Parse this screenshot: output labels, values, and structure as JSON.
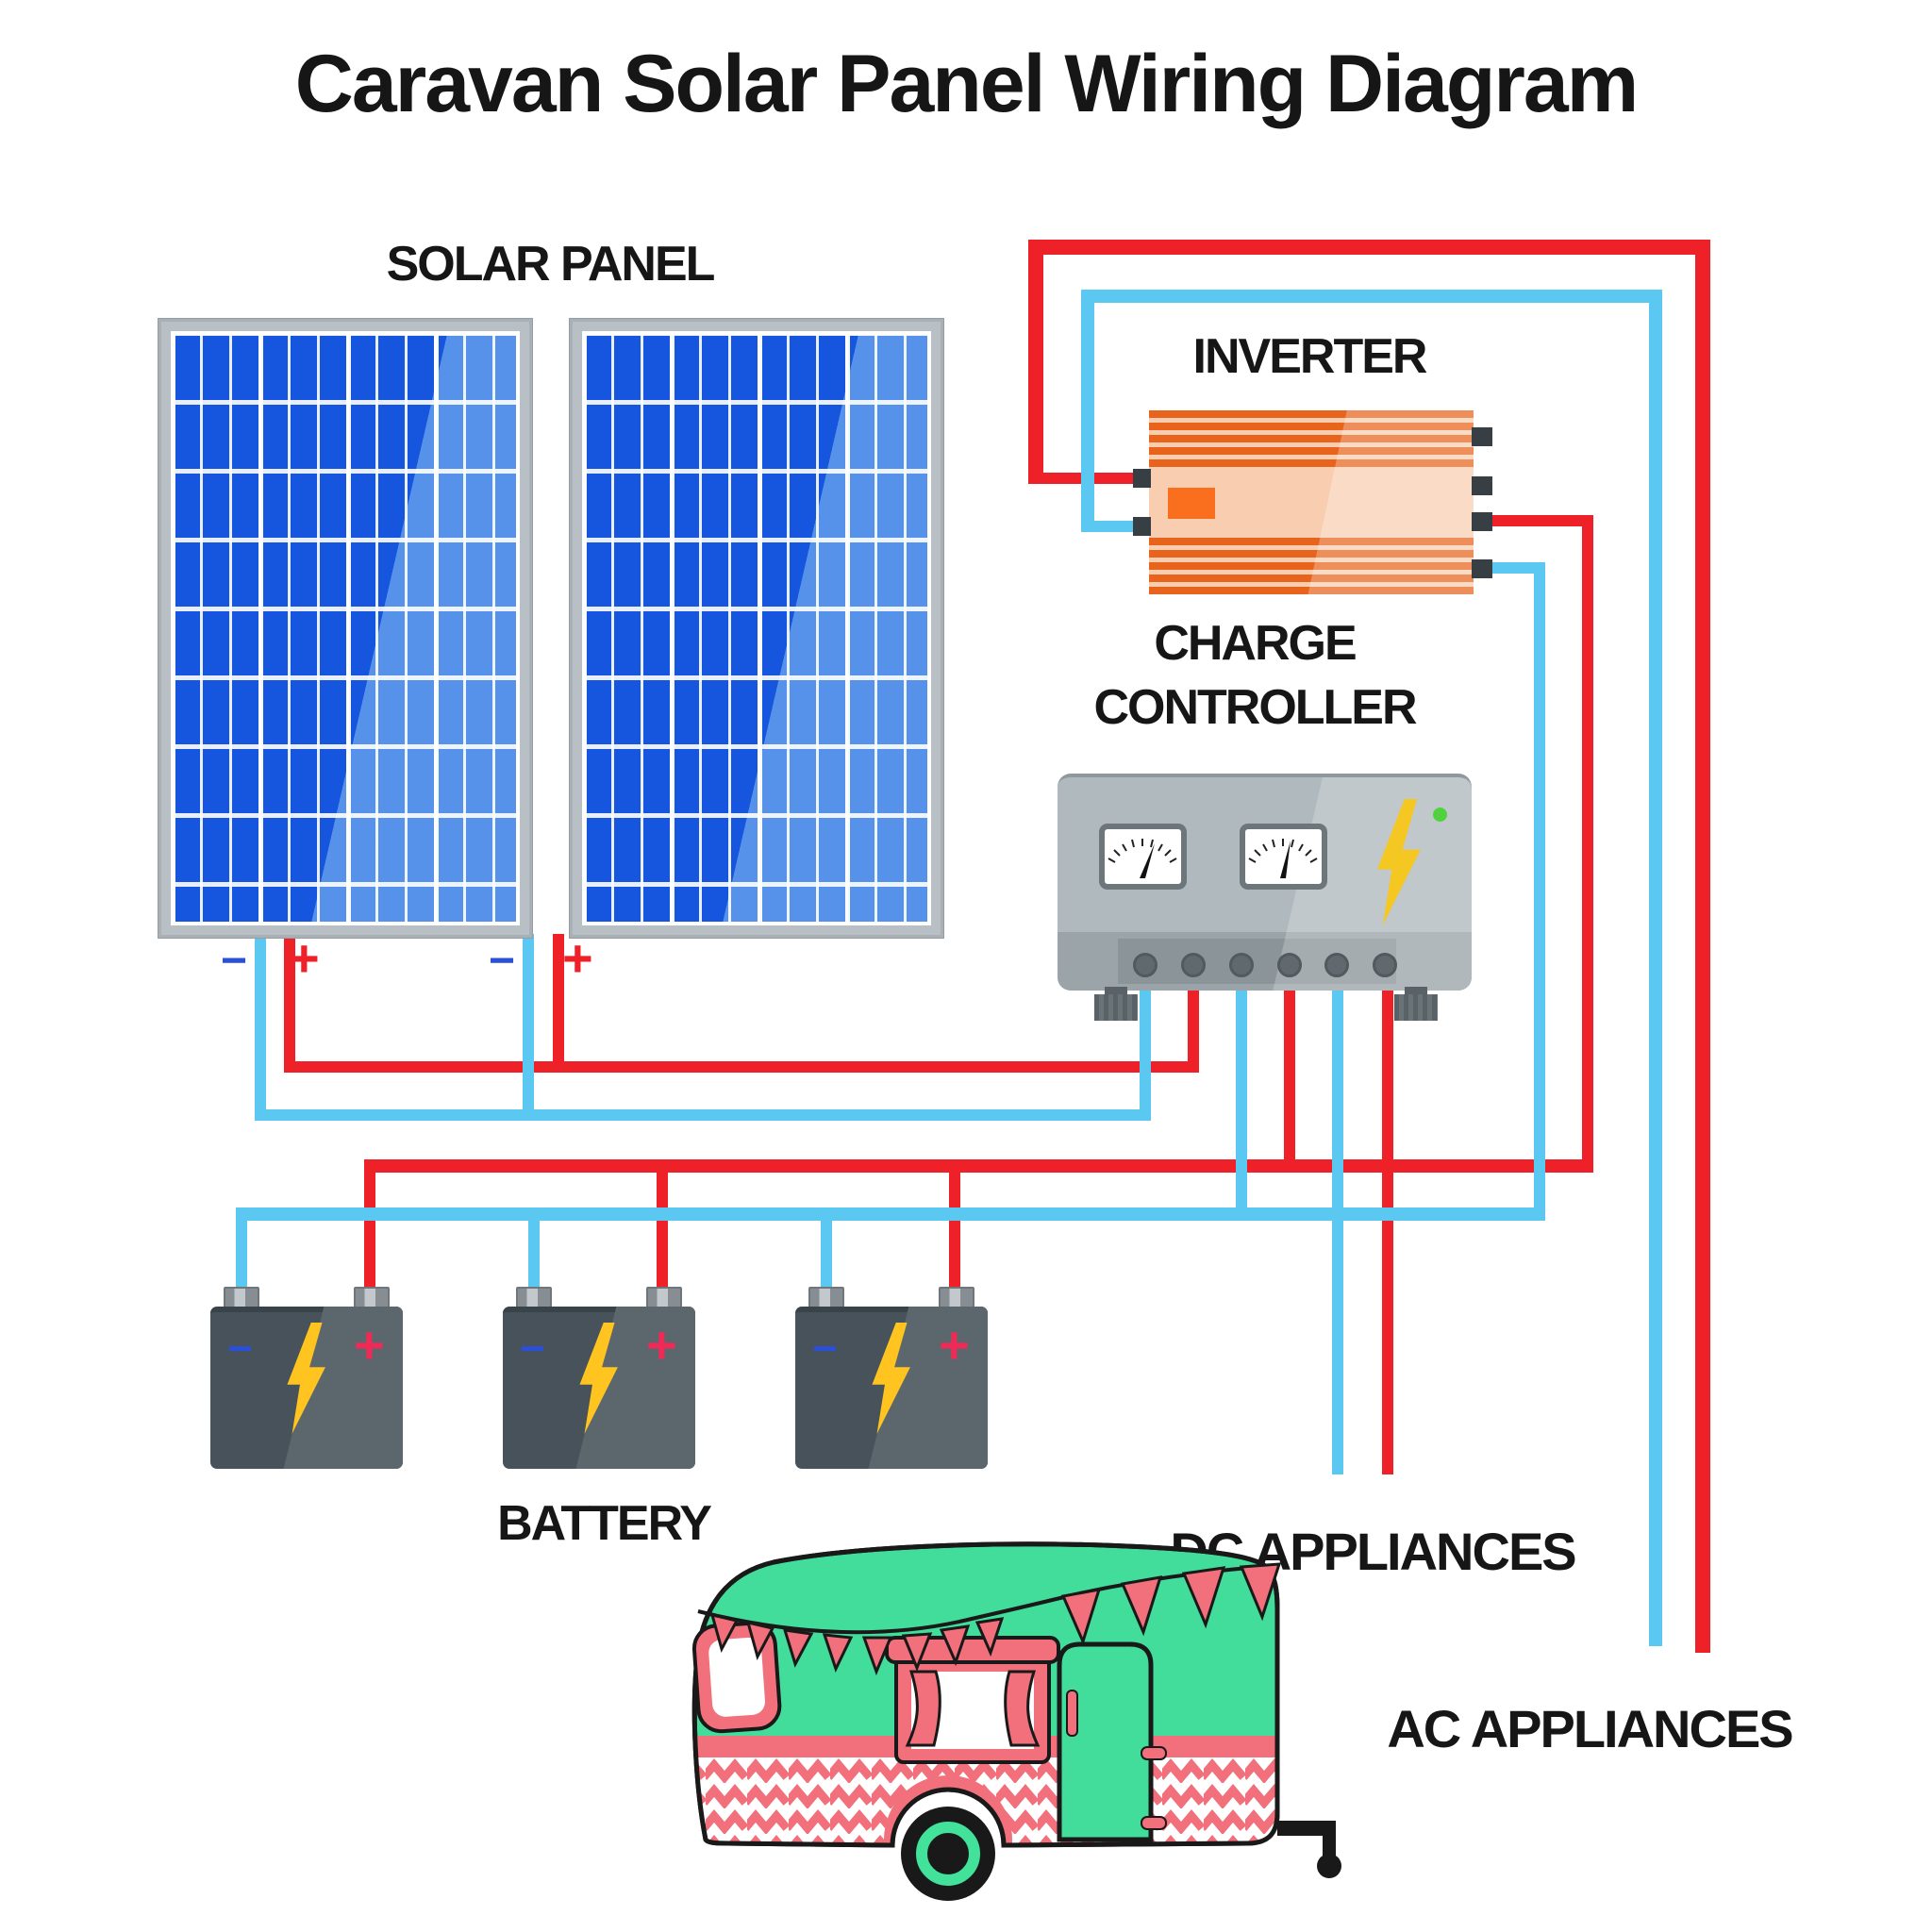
{
  "title": "Caravan Solar Panel Wiring Diagram",
  "labels": {
    "solar_panel": "SOLAR PANEL",
    "inverter": "INVERTER",
    "charge_controller_line1": "CHARGE",
    "charge_controller_line2": "CONTROLLER",
    "battery": "BATTERY",
    "dc_appliances": "DC APPLIANCES",
    "ac_appliances": "AC APPLIANCES"
  },
  "polarity": {
    "minus": "−",
    "plus": "+"
  },
  "colors": {
    "wire_positive_red": "#ee2128",
    "wire_negative_cyan": "#5ac8f0",
    "panel_cell_dark_blue": "#1656df",
    "panel_cell_light_blue": "#5792ea",
    "panel_frame_gray": "#b9c0c5",
    "inverter_body": "#f8cdb0",
    "inverter_stripe": "#e8641c",
    "controller_body": "#b0b9be",
    "battery_body": "#47525a",
    "lightning_bolt_yellow": "#f5c723",
    "led_green": "#4fd23e",
    "caravan_green": "#43dd9b",
    "caravan_red": "#f1707b"
  }
}
